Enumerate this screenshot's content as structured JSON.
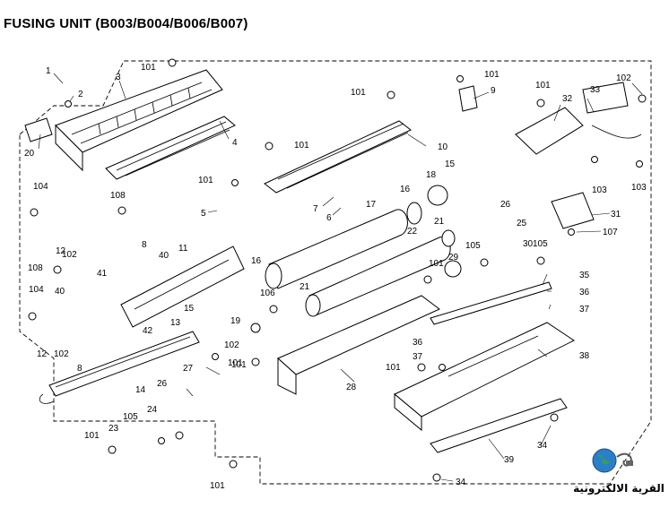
{
  "title": "FUSING UNIT (B003/B004/B006/B007)",
  "labels": [
    {
      "id": "c1",
      "text": "1"
    },
    {
      "id": "c2",
      "text": "2"
    },
    {
      "id": "c3",
      "text": "3"
    },
    {
      "id": "c4",
      "text": "4"
    },
    {
      "id": "c5",
      "text": "5"
    },
    {
      "id": "c6",
      "text": "6"
    },
    {
      "id": "c7",
      "text": "7"
    },
    {
      "id": "c8a",
      "text": "8"
    },
    {
      "id": "c8b",
      "text": "8"
    },
    {
      "id": "c9",
      "text": "9"
    },
    {
      "id": "c10",
      "text": "10"
    },
    {
      "id": "c11",
      "text": "11"
    },
    {
      "id": "c12a",
      "text": "12"
    },
    {
      "id": "c12b",
      "text": "12"
    },
    {
      "id": "c13",
      "text": "13"
    },
    {
      "id": "c14",
      "text": "14"
    },
    {
      "id": "c15a",
      "text": "15"
    },
    {
      "id": "c15b",
      "text": "15"
    },
    {
      "id": "c16a",
      "text": "16"
    },
    {
      "id": "c16b",
      "text": "16"
    },
    {
      "id": "c17",
      "text": "17"
    },
    {
      "id": "c18",
      "text": "18"
    },
    {
      "id": "c19",
      "text": "19"
    },
    {
      "id": "c20",
      "text": "20"
    },
    {
      "id": "c21a",
      "text": "21"
    },
    {
      "id": "c21b",
      "text": "21"
    },
    {
      "id": "c22",
      "text": "22"
    },
    {
      "id": "c23",
      "text": "23"
    },
    {
      "id": "c24",
      "text": "24"
    },
    {
      "id": "c25",
      "text": "25"
    },
    {
      "id": "c26a",
      "text": "26"
    },
    {
      "id": "c26b",
      "text": "26"
    },
    {
      "id": "c27",
      "text": "27"
    },
    {
      "id": "c28",
      "text": "28"
    },
    {
      "id": "c29",
      "text": "29"
    },
    {
      "id": "c30",
      "text": "30"
    },
    {
      "id": "c31",
      "text": "31"
    },
    {
      "id": "c32",
      "text": "32"
    },
    {
      "id": "c33",
      "text": "33"
    },
    {
      "id": "c34a",
      "text": "34"
    },
    {
      "id": "c34b",
      "text": "34"
    },
    {
      "id": "c35",
      "text": "35"
    },
    {
      "id": "c36a",
      "text": "36"
    },
    {
      "id": "c36b",
      "text": "36"
    },
    {
      "id": "c37a",
      "text": "37"
    },
    {
      "id": "c37b",
      "text": "37"
    },
    {
      "id": "c38",
      "text": "38"
    },
    {
      "id": "c39",
      "text": "39"
    },
    {
      "id": "c40a",
      "text": "40"
    },
    {
      "id": "c40b",
      "text": "40"
    },
    {
      "id": "c41",
      "text": "41"
    },
    {
      "id": "c42",
      "text": "42"
    },
    {
      "id": "c101a",
      "text": "101"
    },
    {
      "id": "c101b",
      "text": "101"
    },
    {
      "id": "c101c",
      "text": "101"
    },
    {
      "id": "c101d",
      "text": "101"
    },
    {
      "id": "c101e",
      "text": "101"
    },
    {
      "id": "c101f",
      "text": "101"
    },
    {
      "id": "c101g",
      "text": "101"
    },
    {
      "id": "c101h",
      "text": "101"
    },
    {
      "id": "c101i",
      "text": "101"
    },
    {
      "id": "c101j",
      "text": "101"
    },
    {
      "id": "c101k",
      "text": "101"
    },
    {
      "id": "c101l",
      "text": "101"
    },
    {
      "id": "c102a",
      "text": "102"
    },
    {
      "id": "c102b",
      "text": "102"
    },
    {
      "id": "c102c",
      "text": "102"
    },
    {
      "id": "c102d",
      "text": "102"
    },
    {
      "id": "c103a",
      "text": "103"
    },
    {
      "id": "c103b",
      "text": "103"
    },
    {
      "id": "c104a",
      "text": "104"
    },
    {
      "id": "c104b",
      "text": "104"
    },
    {
      "id": "c105a",
      "text": "105"
    },
    {
      "id": "c105b",
      "text": "105"
    },
    {
      "id": "c105c",
      "text": "105"
    },
    {
      "id": "c106",
      "text": "106"
    },
    {
      "id": "c107",
      "text": "107"
    },
    {
      "id": "c108a",
      "text": "108"
    },
    {
      "id": "c108b",
      "text": "108"
    }
  ],
  "watermark": {
    "text": "القرية الالكترونية",
    "icon": "globe-plug-icon"
  }
}
